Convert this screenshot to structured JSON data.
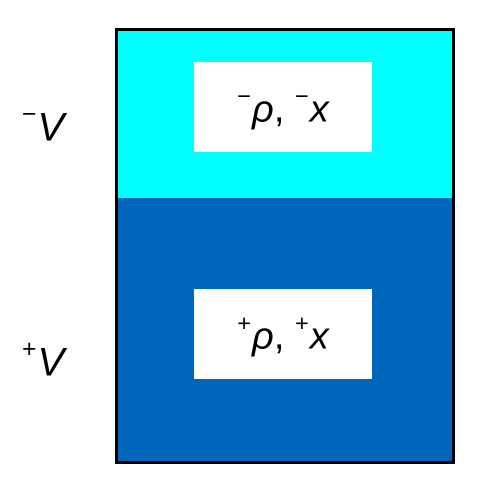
{
  "labels": {
    "top": {
      "sign": "−",
      "symbol": "V"
    },
    "bottom": {
      "sign": "+",
      "symbol": "V"
    }
  },
  "regions": {
    "top": {
      "color": "#00FFFF",
      "text": {
        "sign1": "−",
        "symbol1": "ρ",
        "sep": ", ",
        "sign2": "−",
        "symbol2": "x"
      }
    },
    "bottom": {
      "color": "#0066BB",
      "text": {
        "sign1": "+",
        "symbol1": "ρ",
        "sep": ", ",
        "sign2": "+",
        "symbol2": "x"
      }
    }
  },
  "colors": {
    "border": "#000000",
    "box": "#FFFFFF"
  }
}
